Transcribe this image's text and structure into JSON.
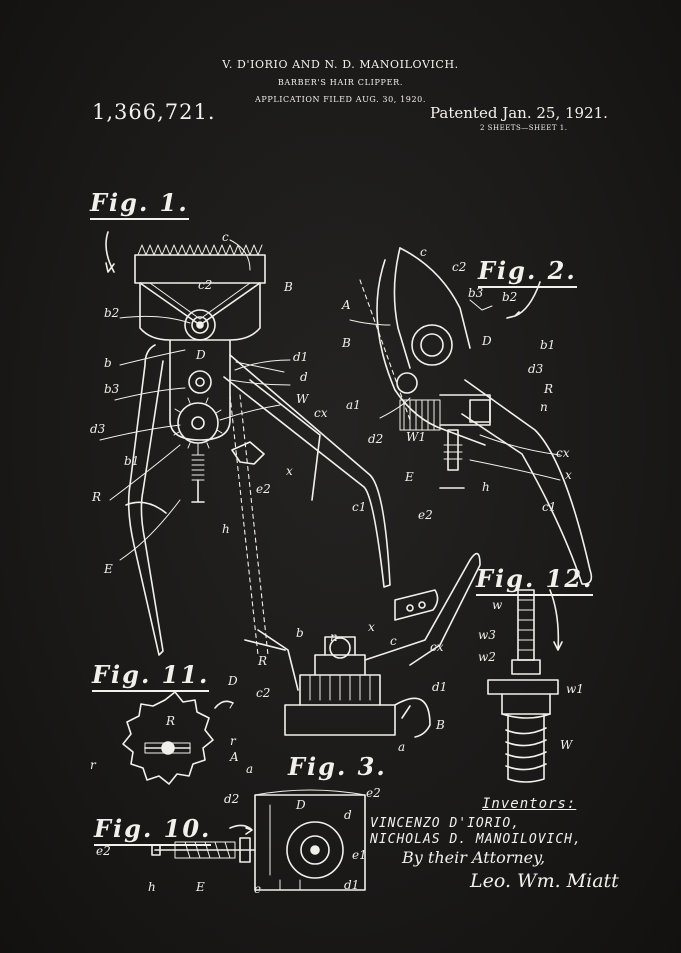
{
  "header": {
    "inventors_line": "V. D'IORIO AND N. D. MANOILOVICH.",
    "title": "BARBER'S HAIR CLIPPER.",
    "application": "APPLICATION FILED AUG. 30, 1920.",
    "patent_number": "1,366,721.",
    "patented": "Patented Jan. 25, 1921.",
    "sheets": "2 SHEETS—SHEET 1."
  },
  "figures": {
    "fig1": "Fig. 1.",
    "fig2": "Fig. 2.",
    "fig3": "Fig. 3.",
    "fig10": "Fig. 10.",
    "fig11": "Fig. 11.",
    "fig12": "Fig. 12."
  },
  "labels": {
    "fig1": [
      "c",
      "c2",
      "B",
      "b2",
      "D",
      "d1",
      "b",
      "b3",
      "d",
      "d3",
      "W",
      "cx",
      "b1",
      "e2",
      "x",
      "R",
      "h",
      "c1",
      "E"
    ],
    "fig2": [
      "c",
      "c2",
      "b3",
      "b2",
      "A",
      "B",
      "D",
      "b1",
      "a1",
      "d3",
      "R",
      "n",
      "d2",
      "W1",
      "cx",
      "E",
      "x",
      "h",
      "e2",
      "c1"
    ],
    "fig3": [
      "b",
      "n",
      "x",
      "R",
      "c",
      "cx",
      "D",
      "c2",
      "d1",
      "A",
      "a",
      "B",
      "a"
    ],
    "fig11": [
      "R",
      "r",
      "r"
    ],
    "fig12": [
      "w",
      "w3",
      "w2",
      "w1",
      "W"
    ],
    "fig10": [
      "d2",
      "e2",
      "D",
      "d",
      "e2",
      "e1",
      "h",
      "E",
      "e",
      "d1"
    ]
  },
  "inventors": {
    "heading": "Inventors:",
    "name1": "VINCENZO D'IORIO,",
    "name2": "NICHOLAS D. MANOILOVICH,",
    "attorney": "By their Attorney,",
    "signature": "Leo. Wm. Miatt"
  }
}
